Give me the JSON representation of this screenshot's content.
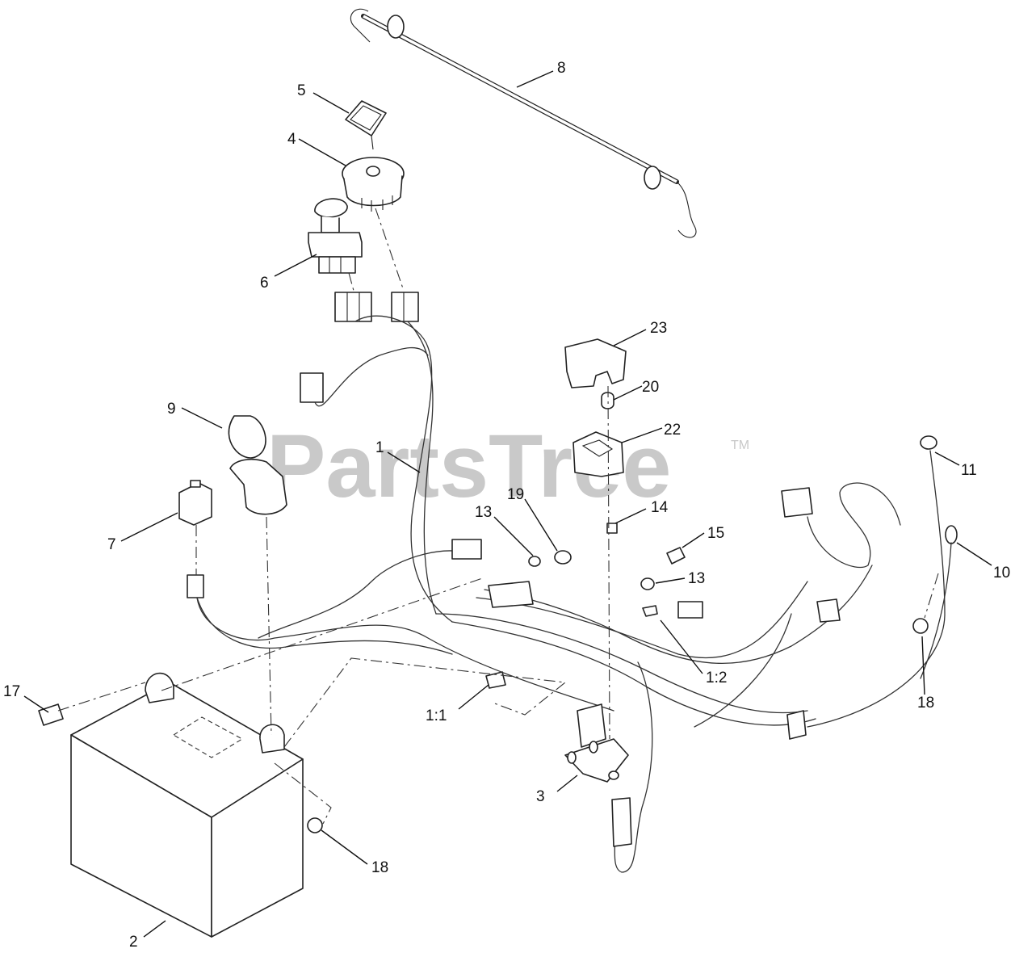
{
  "watermark": {
    "brand": "PartsTree",
    "trademark": "TM"
  },
  "callouts": [
    "8",
    "5",
    "4",
    "6",
    "23",
    "20",
    "22",
    "9",
    "1",
    "7",
    "19",
    "13",
    "14",
    "15",
    "13",
    "11",
    "10",
    "1:2",
    "17",
    "1:1",
    "18",
    "3",
    "18",
    "2"
  ]
}
